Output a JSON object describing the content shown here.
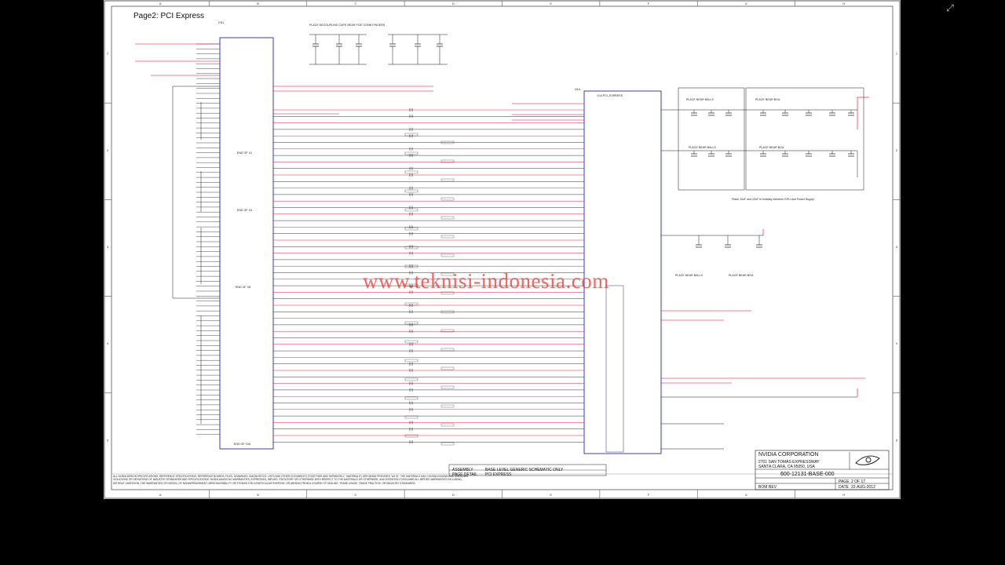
{
  "page_title": "Page2: PCI Express",
  "watermark": "www.teknisi-indonesia.com",
  "title_block": {
    "company": "NVIDIA CORPORATION",
    "address1": "2701 SAN TOMAS EXPRESSWAY",
    "address2": "SANTA CLARA, CA 95050, USA",
    "doc_number": "600-12131-BASE-000",
    "assembly": "ASSEMBLY",
    "assembly_value": "BASE LEVEL GENERIC SCHEMATIC ONLY",
    "page_detail": "PAGE DETAIL",
    "page_detail_value": "PCI EXPRESS",
    "page": "PAGE",
    "page_value": "2 OF 17",
    "date": "DATE",
    "date_value": "22-AUG-2012",
    "bom_rev": "BOM REV"
  },
  "notes": {
    "decoupling": "PLACE DECOUPLING CAPS NEAR PCIE CONN FINGERS",
    "place_near_balls": "PLACE NEAR BALLS",
    "place_near_bga": "PLACE NEAR BGA",
    "midway": "Place 10uF and 22uF in midway between GPU and Power Supply",
    "disclaimer": "ALL NVIDIA DESIGN SPECIFICATIONS, REFERENCE SPECIFICATIONS, REFERENCE BOARDS, FILES, DRAWINGS, DIAGNOSTICS, LISTS AND OTHER DOCUMENTS (TOGETHER AND SEPARATELY, \"MATERIALS\") ARE BEING PROVIDED \"AS IS\". THE MATERIALS MAY CONTAIN KNOWN AND UNKNOWN VIOLATIONS OR DEVIATIONS OF INDUSTRY STANDARDS AND SPECIFICATIONS. NVIDIA MAKES NO WARRANTIES, EXPRESSED, IMPLIED, STATUTORY OR OTHERWISE WITH RESPECT TO THE MATERIALS OR OTHERWISE, AND EXPRESSLY DISCLAIMS ALL IMPLIED WARRANTIES INCLUDING, WITHOUT LIMITATION, THE WARRANTIES OF DESIGN, OF NONINFRINGEMENT, MERCHANTABILITY OR FITNESS FOR A PARTICULAR PURPOSE, OR ARISING FROM A COURSE OF DEALING, TRADE USAGE, TRADE PRACTICE, OR INDUSTRY STANDARDS."
  },
  "grid": {
    "columns": [
      "A",
      "B",
      "C",
      "D",
      "E",
      "F",
      "G",
      "H"
    ],
    "rows": [
      "1",
      "2",
      "3",
      "4",
      "5"
    ]
  },
  "connector": {
    "ref": "CN1",
    "end_labels": [
      "END OF X1",
      "END OF X4",
      "END OF X8",
      "END OF X16"
    ]
  },
  "gpu": {
    "ref": "U1A",
    "block": "1/14 PCI_EXPRESS"
  },
  "colors": {
    "sheet": "#ffffff",
    "net": "#e8002a",
    "wire": "#1a1a1a",
    "part": "#2a2aa8",
    "border": "#555555",
    "watermark": "#e33333"
  }
}
